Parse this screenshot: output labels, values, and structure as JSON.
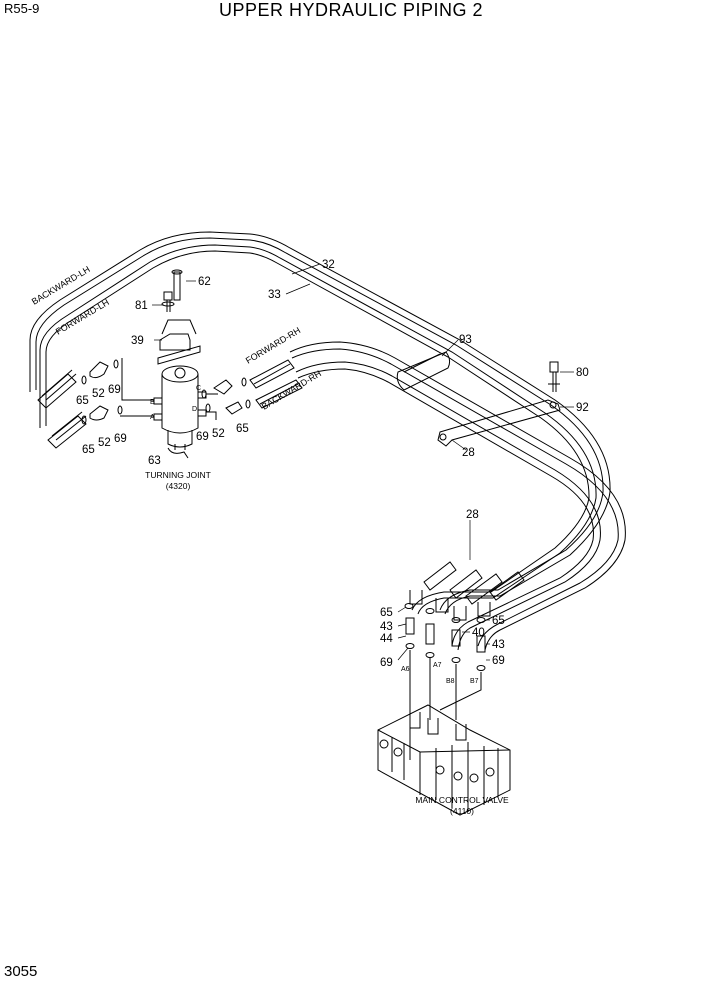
{
  "header": {
    "model": "R55-9",
    "title": "UPPER HYDRAULIC PIPING 2"
  },
  "footer": {
    "page_number": "3055"
  },
  "hose_labels": {
    "backward_lh": "BACKWARD-LH",
    "forward_lh": "FORWARD-LH",
    "forward_rh": "FORWARD-RH",
    "backward_rh": "BACKWARD-RH"
  },
  "turning_joint": {
    "name": "TURNING JOINT",
    "code": "(4320)",
    "ports": {
      "a": "A",
      "b": "B",
      "c": "C",
      "d": "D"
    }
  },
  "main_control_valve": {
    "name": "MAIN CONTROL VALVE",
    "code": "(4110)",
    "ports": {
      "a6": "A6",
      "a7": "A7",
      "b8": "B8",
      "b7": "B7"
    }
  },
  "callouts": {
    "p32": "32",
    "p33": "33",
    "p62": "62",
    "p81": "81",
    "p39": "39",
    "p93": "93",
    "p80": "80",
    "p92": "92",
    "p28a": "28",
    "p28b": "28",
    "p65a": "65",
    "p52a": "52",
    "p69a": "69",
    "p65b": "65",
    "p52b": "52",
    "p69b": "69",
    "p63": "63",
    "p69c": "69",
    "p52c": "52",
    "p65c": "65",
    "p65d": "65",
    "p43a": "43",
    "p44": "44",
    "p69d": "69",
    "p65e": "65",
    "p40": "40",
    "p43b": "43",
    "p69e": "69"
  }
}
